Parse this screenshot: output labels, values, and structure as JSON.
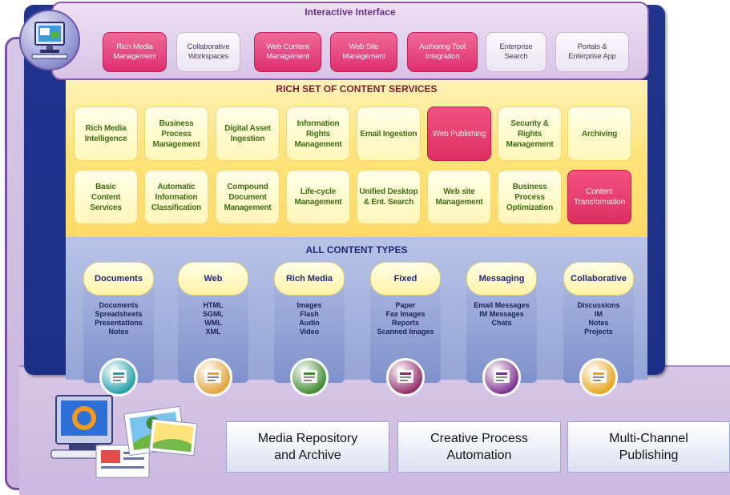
{
  "interactive": {
    "title": "Interactive Interface",
    "items": [
      {
        "l1": "Rich Media",
        "l2": "Management",
        "style": "hot"
      },
      {
        "l1": "Collaborative",
        "l2": "Workspaces",
        "style": "cool"
      },
      {
        "l1": "Web Content",
        "l2": "Management",
        "style": "hot"
      },
      {
        "l1": "Web Site",
        "l2": "Management",
        "style": "hot"
      },
      {
        "l1": "Authoring Tool",
        "l2": "Integration",
        "style": "hot"
      },
      {
        "l1": "Enterprise",
        "l2": "Search",
        "style": "cool"
      },
      {
        "l1": "Portals &",
        "l2": "Enterprise App",
        "style": "cool"
      }
    ]
  },
  "services": {
    "title": "RICH SET OF CONTENT SERVICES",
    "row1": [
      {
        "lines": [
          "Rich Media",
          "Intelligence"
        ],
        "style": "normal"
      },
      {
        "lines": [
          "Business",
          "Process",
          "Management"
        ],
        "style": "normal"
      },
      {
        "lines": [
          "Digital Asset",
          "Ingestion"
        ],
        "style": "normal"
      },
      {
        "lines": [
          "Information",
          "Rights",
          "Management"
        ],
        "style": "normal"
      },
      {
        "lines": [
          "Email Ingestion"
        ],
        "style": "normal"
      },
      {
        "lines": [
          "Web Publishing"
        ],
        "style": "hot"
      },
      {
        "lines": [
          "Security &",
          "Rights",
          "Management"
        ],
        "style": "normal"
      },
      {
        "lines": [
          "Archiving"
        ],
        "style": "normal"
      }
    ],
    "row2": [
      {
        "lines": [
          "Basic",
          "Content",
          "Services"
        ],
        "style": "normal"
      },
      {
        "lines": [
          "Automatic",
          "Information",
          "Classification"
        ],
        "style": "normal"
      },
      {
        "lines": [
          "Compound",
          "Document",
          "Management"
        ],
        "style": "normal"
      },
      {
        "lines": [
          "Life-cycle",
          "Management"
        ],
        "style": "normal"
      },
      {
        "lines": [
          "Unified Desktop",
          "& Ent. Search"
        ],
        "style": "normal"
      },
      {
        "lines": [
          "Web site",
          "Management"
        ],
        "style": "normal"
      },
      {
        "lines": [
          "Business",
          "Process",
          "Optimization"
        ],
        "style": "normal"
      },
      {
        "lines": [
          "Content",
          "Transformation"
        ],
        "style": "hot"
      }
    ]
  },
  "types": {
    "title": "ALL CONTENT TYPES",
    "columns": [
      {
        "name": "Documents",
        "items": [
          "Documents",
          "Spreadsheets",
          "Presentations",
          "Notes"
        ],
        "icon": "layers-icon",
        "color": "#1f9ea8"
      },
      {
        "name": "Web",
        "items": [
          "HTML",
          "SGML",
          "WML",
          "XML"
        ],
        "icon": "web-page-icon",
        "color": "#e0a23a"
      },
      {
        "name": "Rich Media",
        "items": [
          "Images",
          "Flash",
          "Audio",
          "Video"
        ],
        "icon": "picture-icon",
        "color": "#3f8a2f"
      },
      {
        "name": "Fixed",
        "items": [
          "Paper",
          "Fax Images",
          "Reports",
          "Scanned Images"
        ],
        "icon": "scanned-document-icon",
        "color": "#8e2b66"
      },
      {
        "name": "Messaging",
        "items": [
          "Email Messages",
          "IM Messages",
          "Chats"
        ],
        "icon": "email-envelope-icon",
        "color": "#7a2f8c"
      },
      {
        "name": "Collaborative",
        "items": [
          "Discussions",
          "IM",
          "Notes",
          "Projects"
        ],
        "icon": "people-icon",
        "color": "#e6a51c"
      }
    ]
  },
  "bottom": [
    {
      "lines": [
        "Media Repository",
        "and Archive"
      ]
    },
    {
      "lines": [
        "Creative Process",
        "Automation"
      ]
    },
    {
      "lines": [
        "Multi-Channel",
        "Publishing"
      ]
    }
  ]
}
